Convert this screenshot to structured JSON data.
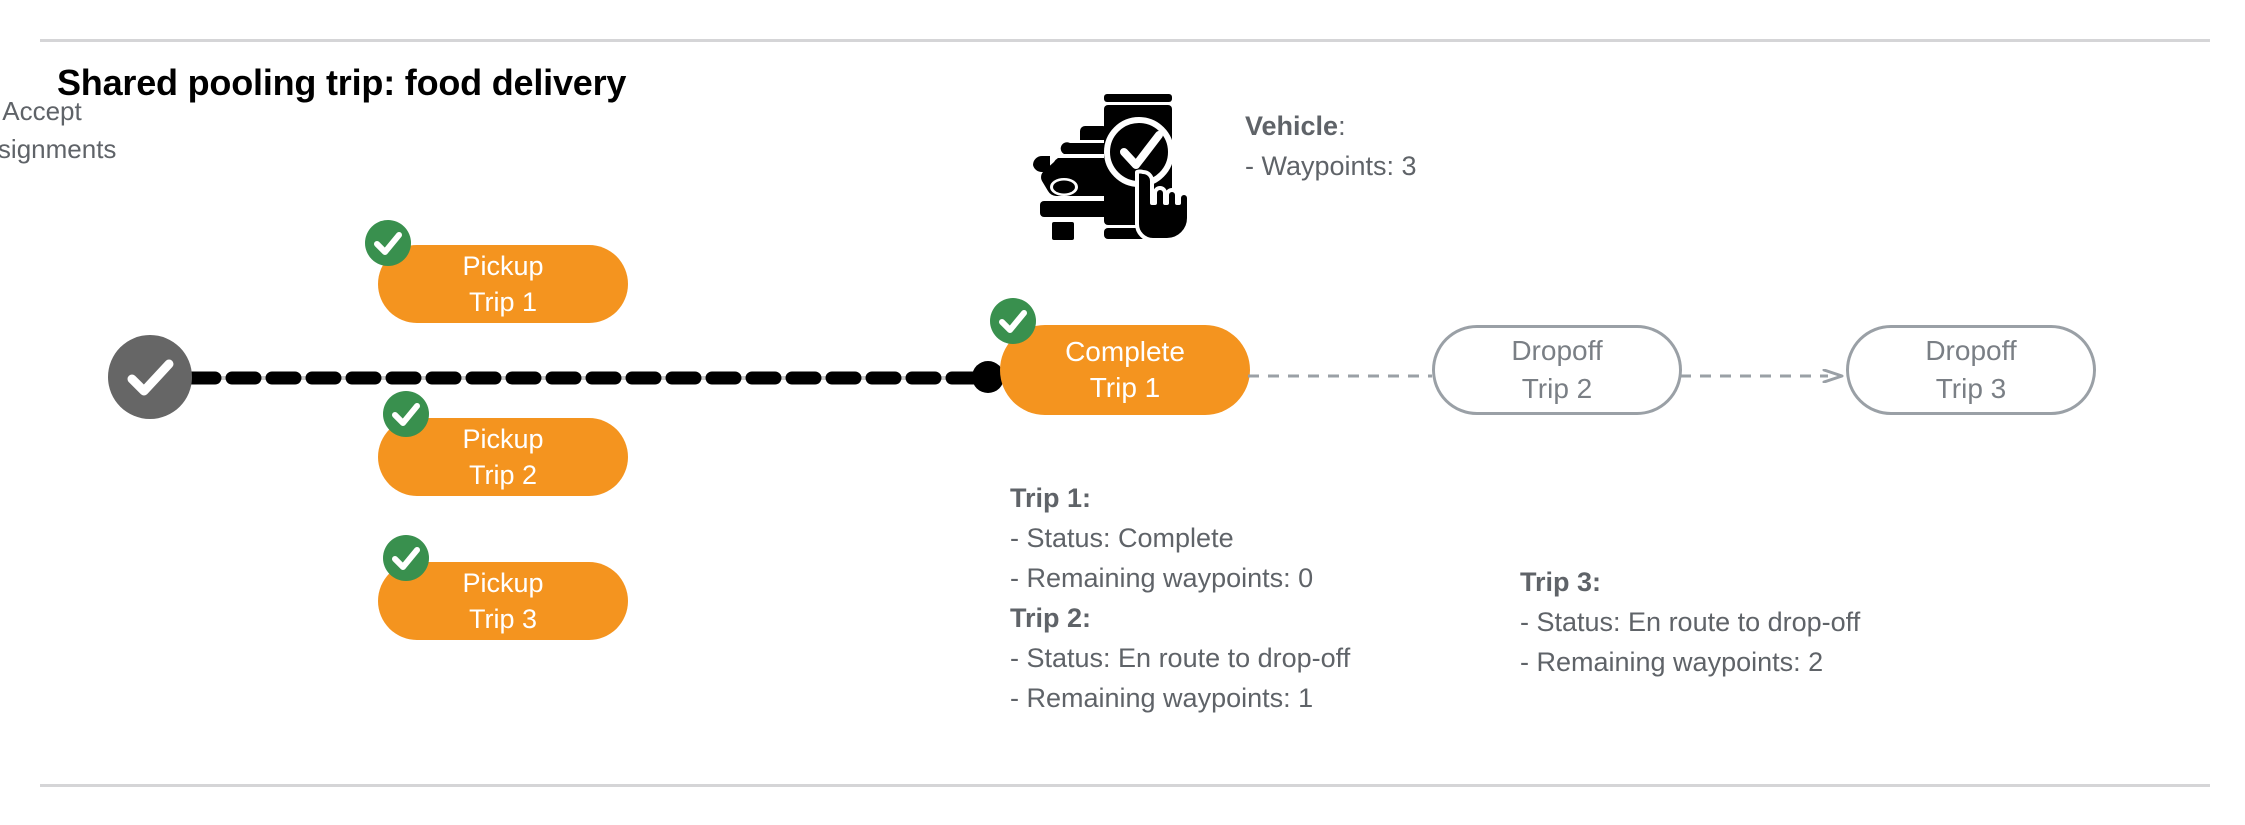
{
  "title": "Shared pooling trip: food delivery",
  "colors": {
    "orange": "#F4941F",
    "green": "#39904E",
    "gray_node": "#666666",
    "outline": "#9aa0a6",
    "text_gray": "#5f6368",
    "rule": "#d5d5d7"
  },
  "start_node": {
    "label_line_1": "Accept",
    "label_line_2": "Assignments",
    "icon": "check-circle-icon"
  },
  "pickups": [
    {
      "line_1": "Pickup",
      "line_2": "Trip 1",
      "badge": "check-badge"
    },
    {
      "line_1": "Pickup",
      "line_2": "Trip 2",
      "badge": "check-badge"
    },
    {
      "line_1": "Pickup",
      "line_2": "Trip 3",
      "badge": "check-badge"
    }
  ],
  "complete_node": {
    "line_1": "Complete",
    "line_2": "Trip 1",
    "badge": "check-badge"
  },
  "dropoffs": [
    {
      "line_1": "Dropoff",
      "line_2": "Trip 2"
    },
    {
      "line_1": "Dropoff",
      "line_2": "Trip 3"
    }
  ],
  "vehicle": {
    "icon": "car-phone-check-icon",
    "heading": "Vehicle",
    "heading_colon": ":",
    "waypoints_line": "- Waypoints: 3"
  },
  "trip_info_left": {
    "trip1_head": "Trip 1:",
    "trip1_status": "- Status:  Complete",
    "trip1_waypoints": "- Remaining waypoints: 0",
    "trip2_head": "Trip 2:",
    "trip2_status": "- Status:  En route to drop-off",
    "trip2_waypoints": "- Remaining waypoints: 1"
  },
  "trip_info_right": {
    "trip3_head": "Trip 3:",
    "trip3_status": "- Status:  En route to drop-off",
    "trip3_waypoints": "- Remaining waypoints: 2"
  }
}
